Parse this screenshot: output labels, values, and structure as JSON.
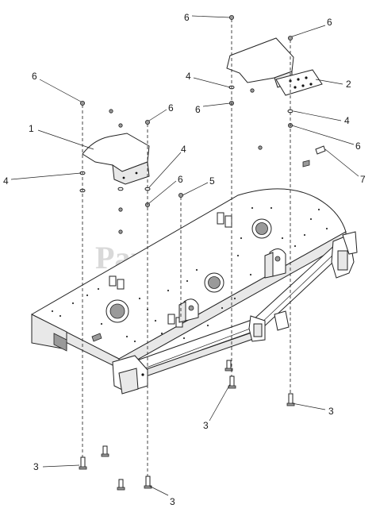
{
  "watermark": {
    "text": "PartsTree",
    "tm": "™"
  },
  "callouts": [
    {
      "id": "c1",
      "label": "1"
    },
    {
      "id": "c2",
      "label": "2"
    },
    {
      "id": "c3a",
      "label": "3"
    },
    {
      "id": "c3b",
      "label": "3"
    },
    {
      "id": "c3c",
      "label": "3"
    },
    {
      "id": "c3d",
      "label": "3"
    },
    {
      "id": "c4a",
      "label": "4"
    },
    {
      "id": "c4b",
      "label": "4"
    },
    {
      "id": "c4c",
      "label": "4"
    },
    {
      "id": "c4d",
      "label": "4"
    },
    {
      "id": "c5",
      "label": "5"
    },
    {
      "id": "c6a",
      "label": "6"
    },
    {
      "id": "c6b",
      "label": "6"
    },
    {
      "id": "c6c",
      "label": "6"
    },
    {
      "id": "c6d",
      "label": "6"
    },
    {
      "id": "c6e",
      "label": "6"
    },
    {
      "id": "c6f",
      "label": "6"
    },
    {
      "id": "c6g",
      "label": "6"
    },
    {
      "id": "c7",
      "label": "7"
    }
  ]
}
